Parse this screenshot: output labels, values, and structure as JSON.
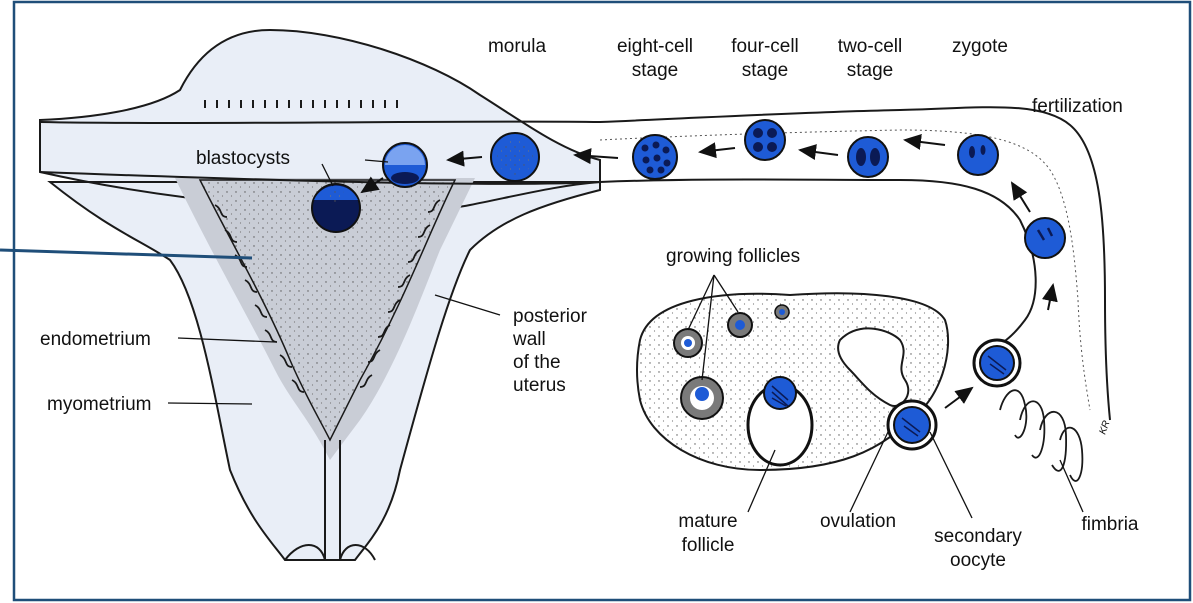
{
  "colors": {
    "frame_border": "#1f4e79",
    "tissue_fill": "#e9eef7",
    "endometrium_shade": "#c9cdd6",
    "cell_blue": "#1e5bd6",
    "cell_dark": "#0b1a55",
    "outline": "#1a1a1a"
  },
  "labels": {
    "morula": [
      "morula"
    ],
    "eight_cell": [
      "eight-cell",
      "stage"
    ],
    "four_cell": [
      "four-cell",
      "stage"
    ],
    "two_cell": [
      "two-cell",
      "stage"
    ],
    "zygote": [
      "zygote"
    ],
    "fertilization": [
      "fertilization"
    ],
    "blastocysts": [
      "blastocysts"
    ],
    "growing_follicles": [
      "growing follicles"
    ],
    "posterior_wall": [
      "posterior",
      "wall",
      "of the",
      "uterus"
    ],
    "endometrium": [
      "endometrium"
    ],
    "myometrium": [
      "myometrium"
    ],
    "mature_follicle": [
      "mature",
      "follicle"
    ],
    "ovulation": [
      "ovulation"
    ],
    "secondary_oocyte": [
      "secondary",
      "oocyte"
    ],
    "fimbria": [
      "fimbria"
    ],
    "artist_signature": "KR"
  }
}
